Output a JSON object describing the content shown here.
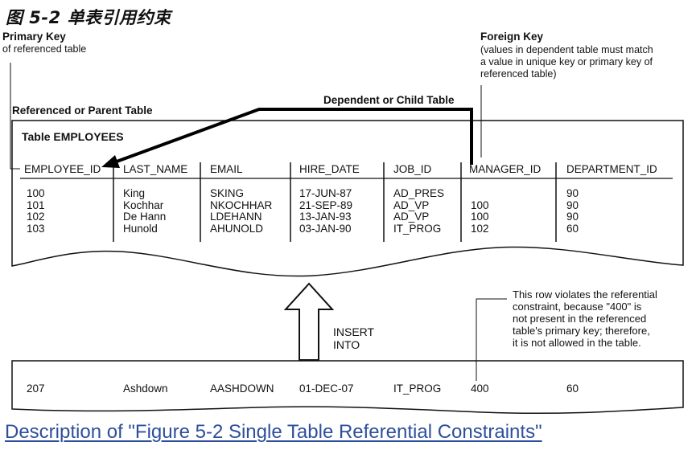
{
  "figure_title": "图 5-2 单表引用约束",
  "primary_key": {
    "title": "Primary Key",
    "desc": "of referenced table"
  },
  "foreign_key": {
    "title": "Foreign Key",
    "desc": [
      "(values in dependent table must match",
      "a value in unique key or primary key of",
      "referenced table)"
    ]
  },
  "parent_label": "Referenced or Parent Table",
  "child_label": "Dependent or Child Table",
  "table": {
    "name": "Table EMPLOYEES",
    "columns": [
      "EMPLOYEE_ID",
      "LAST_NAME",
      "EMAIL",
      "HIRE_DATE",
      "JOB_ID",
      "MANAGER_ID",
      "DEPARTMENT_ID"
    ],
    "col_values": [
      "100\n101\n102\n103",
      "King\nKochhar\nDe Hann\nHunold",
      "SKING\nNKOCHHAR\nLDEHANN\nAHUNOLD",
      "17-JUN-87\n21-SEP-89\n13-JAN-93\n03-JAN-90",
      "AD_PRES\nAD_VP\nAD_VP\nIT_PROG",
      "\n100\n100\n102",
      "90\n90\n90\n60"
    ]
  },
  "insert_label": [
    "INSERT",
    "INTO"
  ],
  "violation_note": [
    "This row violates the referential",
    "constraint, because \"400\" is",
    "not present in the referenced",
    "table's primary key; therefore,",
    "it is not allowed in the table."
  ],
  "new_row": [
    "207",
    "Ashdown",
    "AASHDOWN",
    "01-DEC-07",
    "IT_PROG",
    "400",
    "60"
  ],
  "description_link": "Description of \"Figure 5-2 Single Table Referential Constraints\""
}
